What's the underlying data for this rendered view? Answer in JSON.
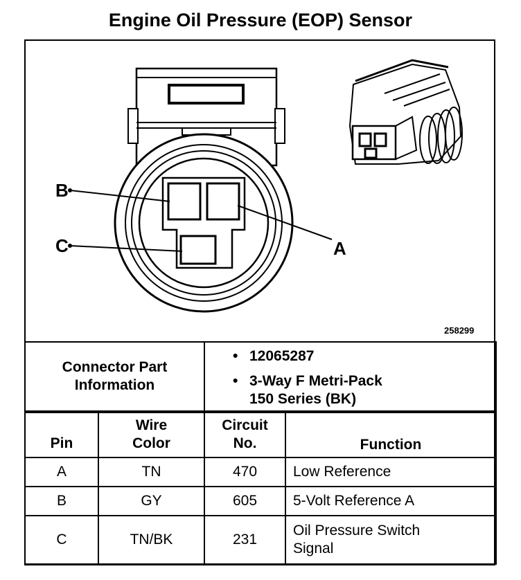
{
  "title": "Engine Oil Pressure (EOP) Sensor",
  "figure_id": "258299",
  "pin_labels": {
    "a": "A",
    "b": "B",
    "c": "C"
  },
  "connector_info": {
    "label_line1": "Connector Part",
    "label_line2": "Information",
    "part_number": "12065287",
    "desc_line1": "3-Way F Metri-Pack",
    "desc_line2": "150 Series (BK)"
  },
  "table": {
    "headers": {
      "pin": "Pin",
      "wire_line1": "Wire",
      "wire_line2": "Color",
      "circuit_line1": "Circuit",
      "circuit_line2": "No.",
      "function": "Function"
    },
    "rows": [
      {
        "pin": "A",
        "wire": "TN",
        "circuit": "470",
        "function_line1": "Low Reference",
        "function_line2": ""
      },
      {
        "pin": "B",
        "wire": "GY",
        "circuit": "605",
        "function_line1": "5-Volt Reference A",
        "function_line2": ""
      },
      {
        "pin": "C",
        "wire": "TN/BK",
        "circuit": "231",
        "function_line1": "Oil Pressure Switch",
        "function_line2": "Signal"
      }
    ]
  }
}
